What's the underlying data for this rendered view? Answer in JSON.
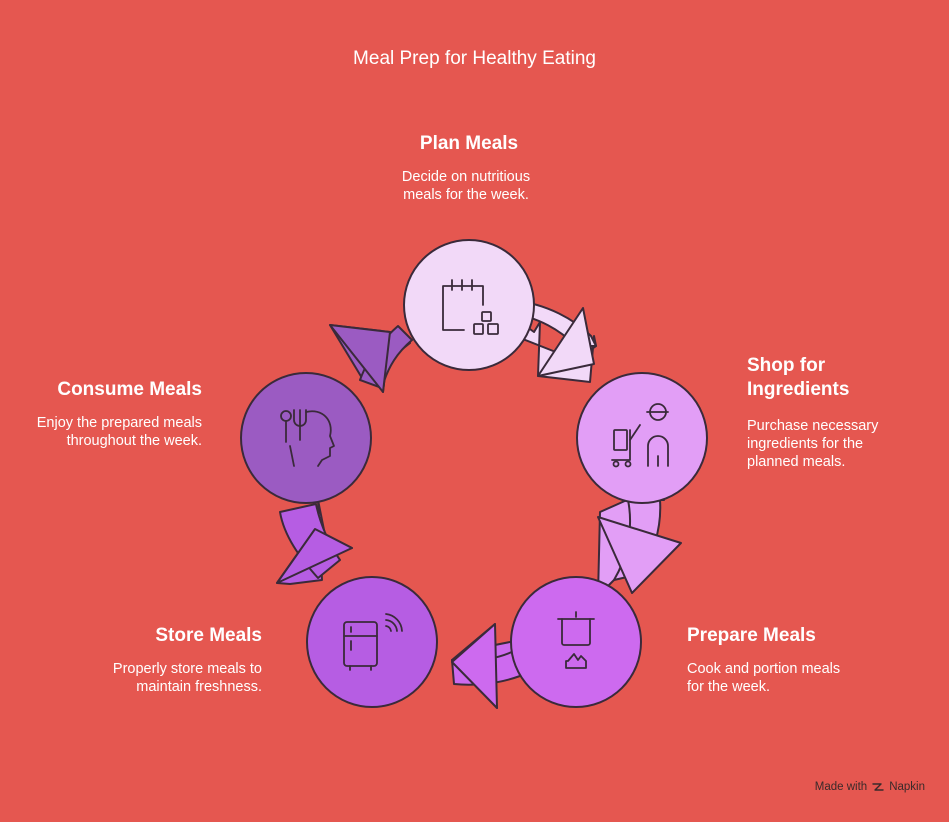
{
  "title": "Meal Prep for Healthy Eating",
  "steps": [
    {
      "title": "Plan Meals",
      "description": "Decide on nutritious\nmeals for the week.",
      "icon": "calendar-blocks-icon",
      "color": "#f2d9f8"
    },
    {
      "title": "Shop for\nIngredients",
      "description": "Purchase necessary\ningredients for the\nplanned meals.",
      "icon": "shopping-cart-person-icon",
      "color": "#e29ef6"
    },
    {
      "title": "Prepare Meals",
      "description": "Cook and portion meals\nfor the week.",
      "icon": "cooking-pot-icon",
      "color": "#cd6aef"
    },
    {
      "title": "Store Meals",
      "description": "Properly store meals to\nmaintain freshness.",
      "icon": "smart-fridge-icon",
      "color": "#b65de3"
    },
    {
      "title": "Consume Meals",
      "description": "Enjoy the prepared meals\nthroughout the week.",
      "icon": "utensils-head-icon",
      "color": "#9b5bc2"
    }
  ],
  "footer": {
    "made_with": "Made with",
    "brand": "Napkin"
  }
}
